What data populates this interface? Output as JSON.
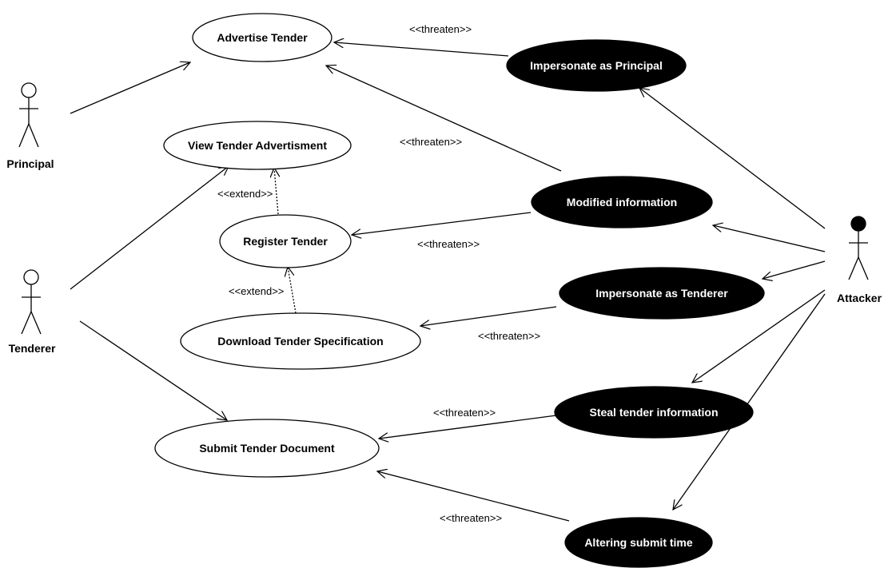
{
  "actors": {
    "principal": "Principal",
    "tenderer": "Tenderer",
    "attacker": "Attacker"
  },
  "use_cases": {
    "advertise_tender": "Advertise Tender",
    "view_tender_advertisment": "View Tender Advertisment",
    "register_tender": "Register Tender",
    "download_tender_specification": "Download Tender Specification",
    "submit_tender_document": "Submit Tender Document"
  },
  "misuse_cases": {
    "impersonate_principal": "Impersonate as Principal",
    "modified_information": "Modified information",
    "impersonate_tenderer": "Impersonate as Tenderer",
    "steal_tender_information": "Steal tender information",
    "altering_submit_time": "Altering submit time"
  },
  "relations": {
    "threaten_advertise_from_impersonate": "<<threaten>>",
    "threaten_advertise_from_modified": "<<threaten>>",
    "threaten_register_from_modified": "<<threaten>>",
    "threaten_download_from_impersonate": "<<threaten>>",
    "threaten_submit_from_steal": "<<threaten>>",
    "threaten_submit_from_altering": "<<threaten>>",
    "extend_view_from_register": "<<extend>>",
    "extend_register_from_download": "<<extend>>"
  },
  "colors": {
    "line": "#000000",
    "use_case_fill": "#ffffff",
    "misuse_case_fill": "#000000",
    "misuse_case_text": "#ffffff"
  }
}
